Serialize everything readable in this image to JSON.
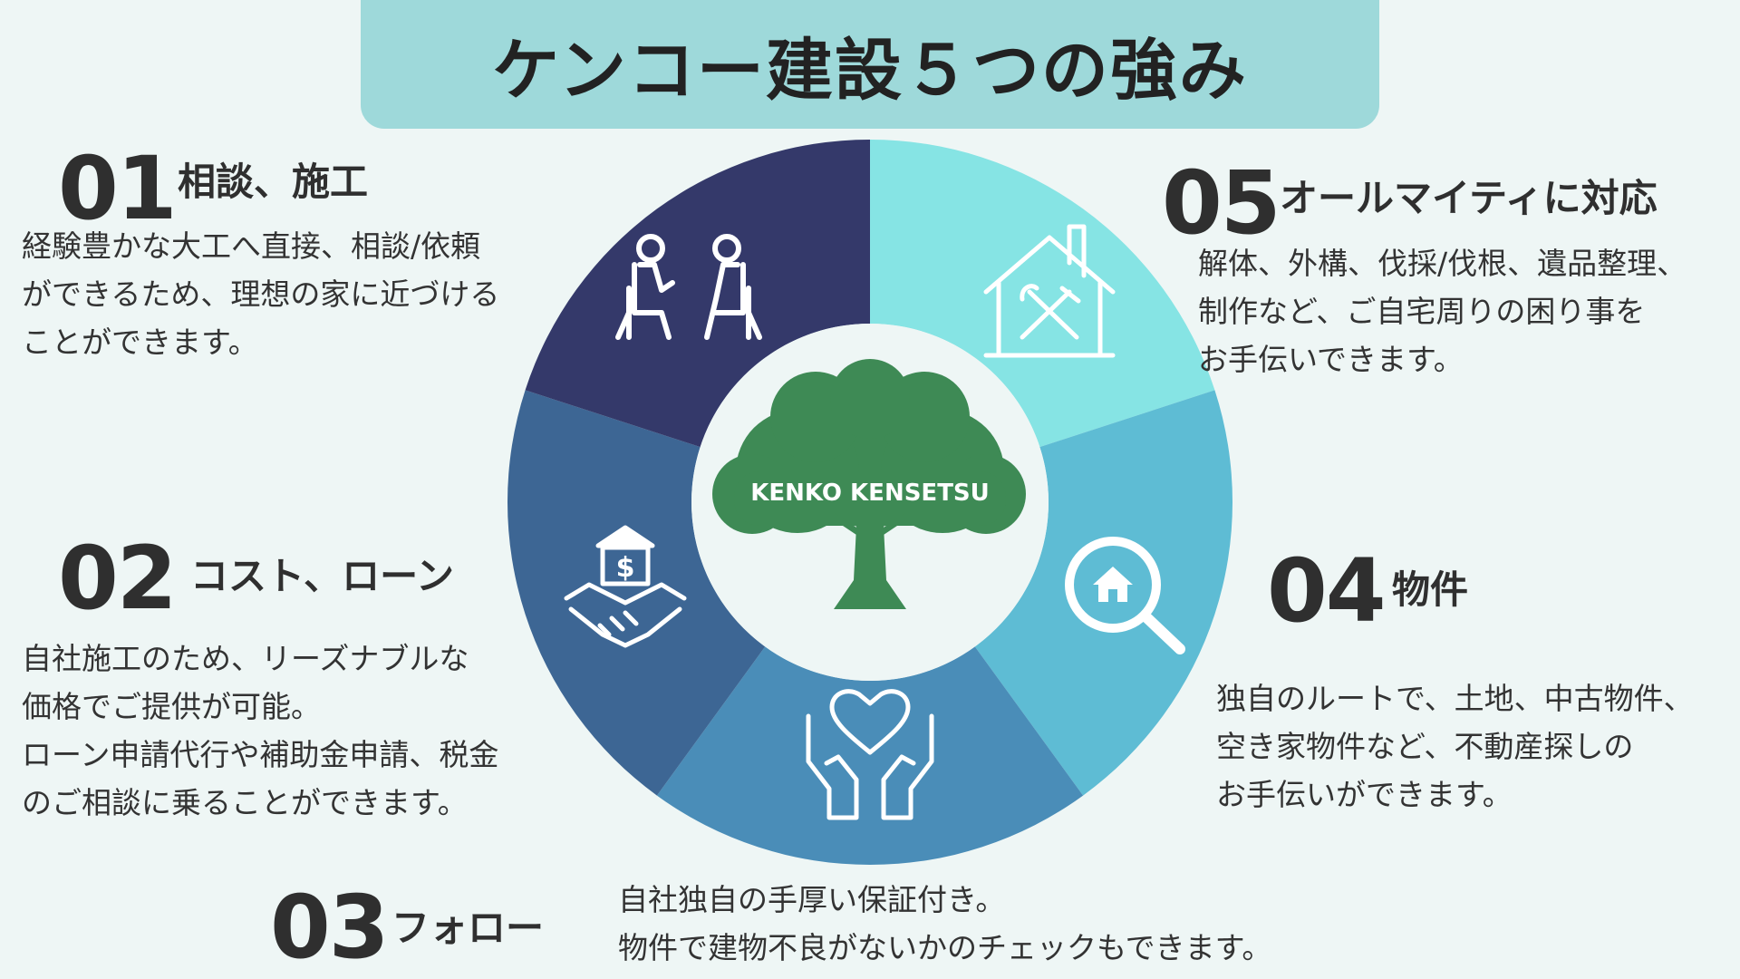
{
  "title": "ケンコー建設５つの強み",
  "logo_text": "KENKO KENSETSU",
  "colors": {
    "background": "#eef6f5",
    "banner": "#9ed9da",
    "segment_01": "#34396a",
    "segment_02": "#3d6694",
    "segment_03": "#4a8db8",
    "segment_04": "#5ebcd4",
    "segment_05": "#86e4e4",
    "tree": "#3e8a55"
  },
  "items": [
    {
      "number": "01",
      "heading": "相談、施工",
      "icon": "consultation-icon",
      "lines": [
        "経験豊かな大工へ直接、相談/依頼",
        "ができるため、理想の家に近づける",
        "ことができます。"
      ]
    },
    {
      "number": "02",
      "heading": "コスト、ローン",
      "icon": "loan-handshake-icon",
      "lines": [
        "自社施工のため、リーズナブルな",
        "価格でご提供が可能。",
        "ローン申請代行や補助金申請、税金",
        "のご相談に乗ることができます。"
      ]
    },
    {
      "number": "03",
      "heading": "フォロー",
      "icon": "heart-hands-icon",
      "lines": [
        "自社独自の手厚い保証付き。",
        "物件で建物不良がないかのチェックもできます。"
      ]
    },
    {
      "number": "04",
      "heading": "物件",
      "icon": "house-search-icon",
      "lines": [
        "独自のルートで、土地、中古物件、",
        "空き家物件など、不動産探しの",
        "お手伝いができます。"
      ]
    },
    {
      "number": "05",
      "heading": "オールマイティに対応",
      "icon": "house-tools-icon",
      "lines": [
        "解体、外構、伐採/伐根、遺品整理、",
        "制作など、ご自宅周りの困り事を",
        "お手伝いできます。"
      ]
    }
  ]
}
